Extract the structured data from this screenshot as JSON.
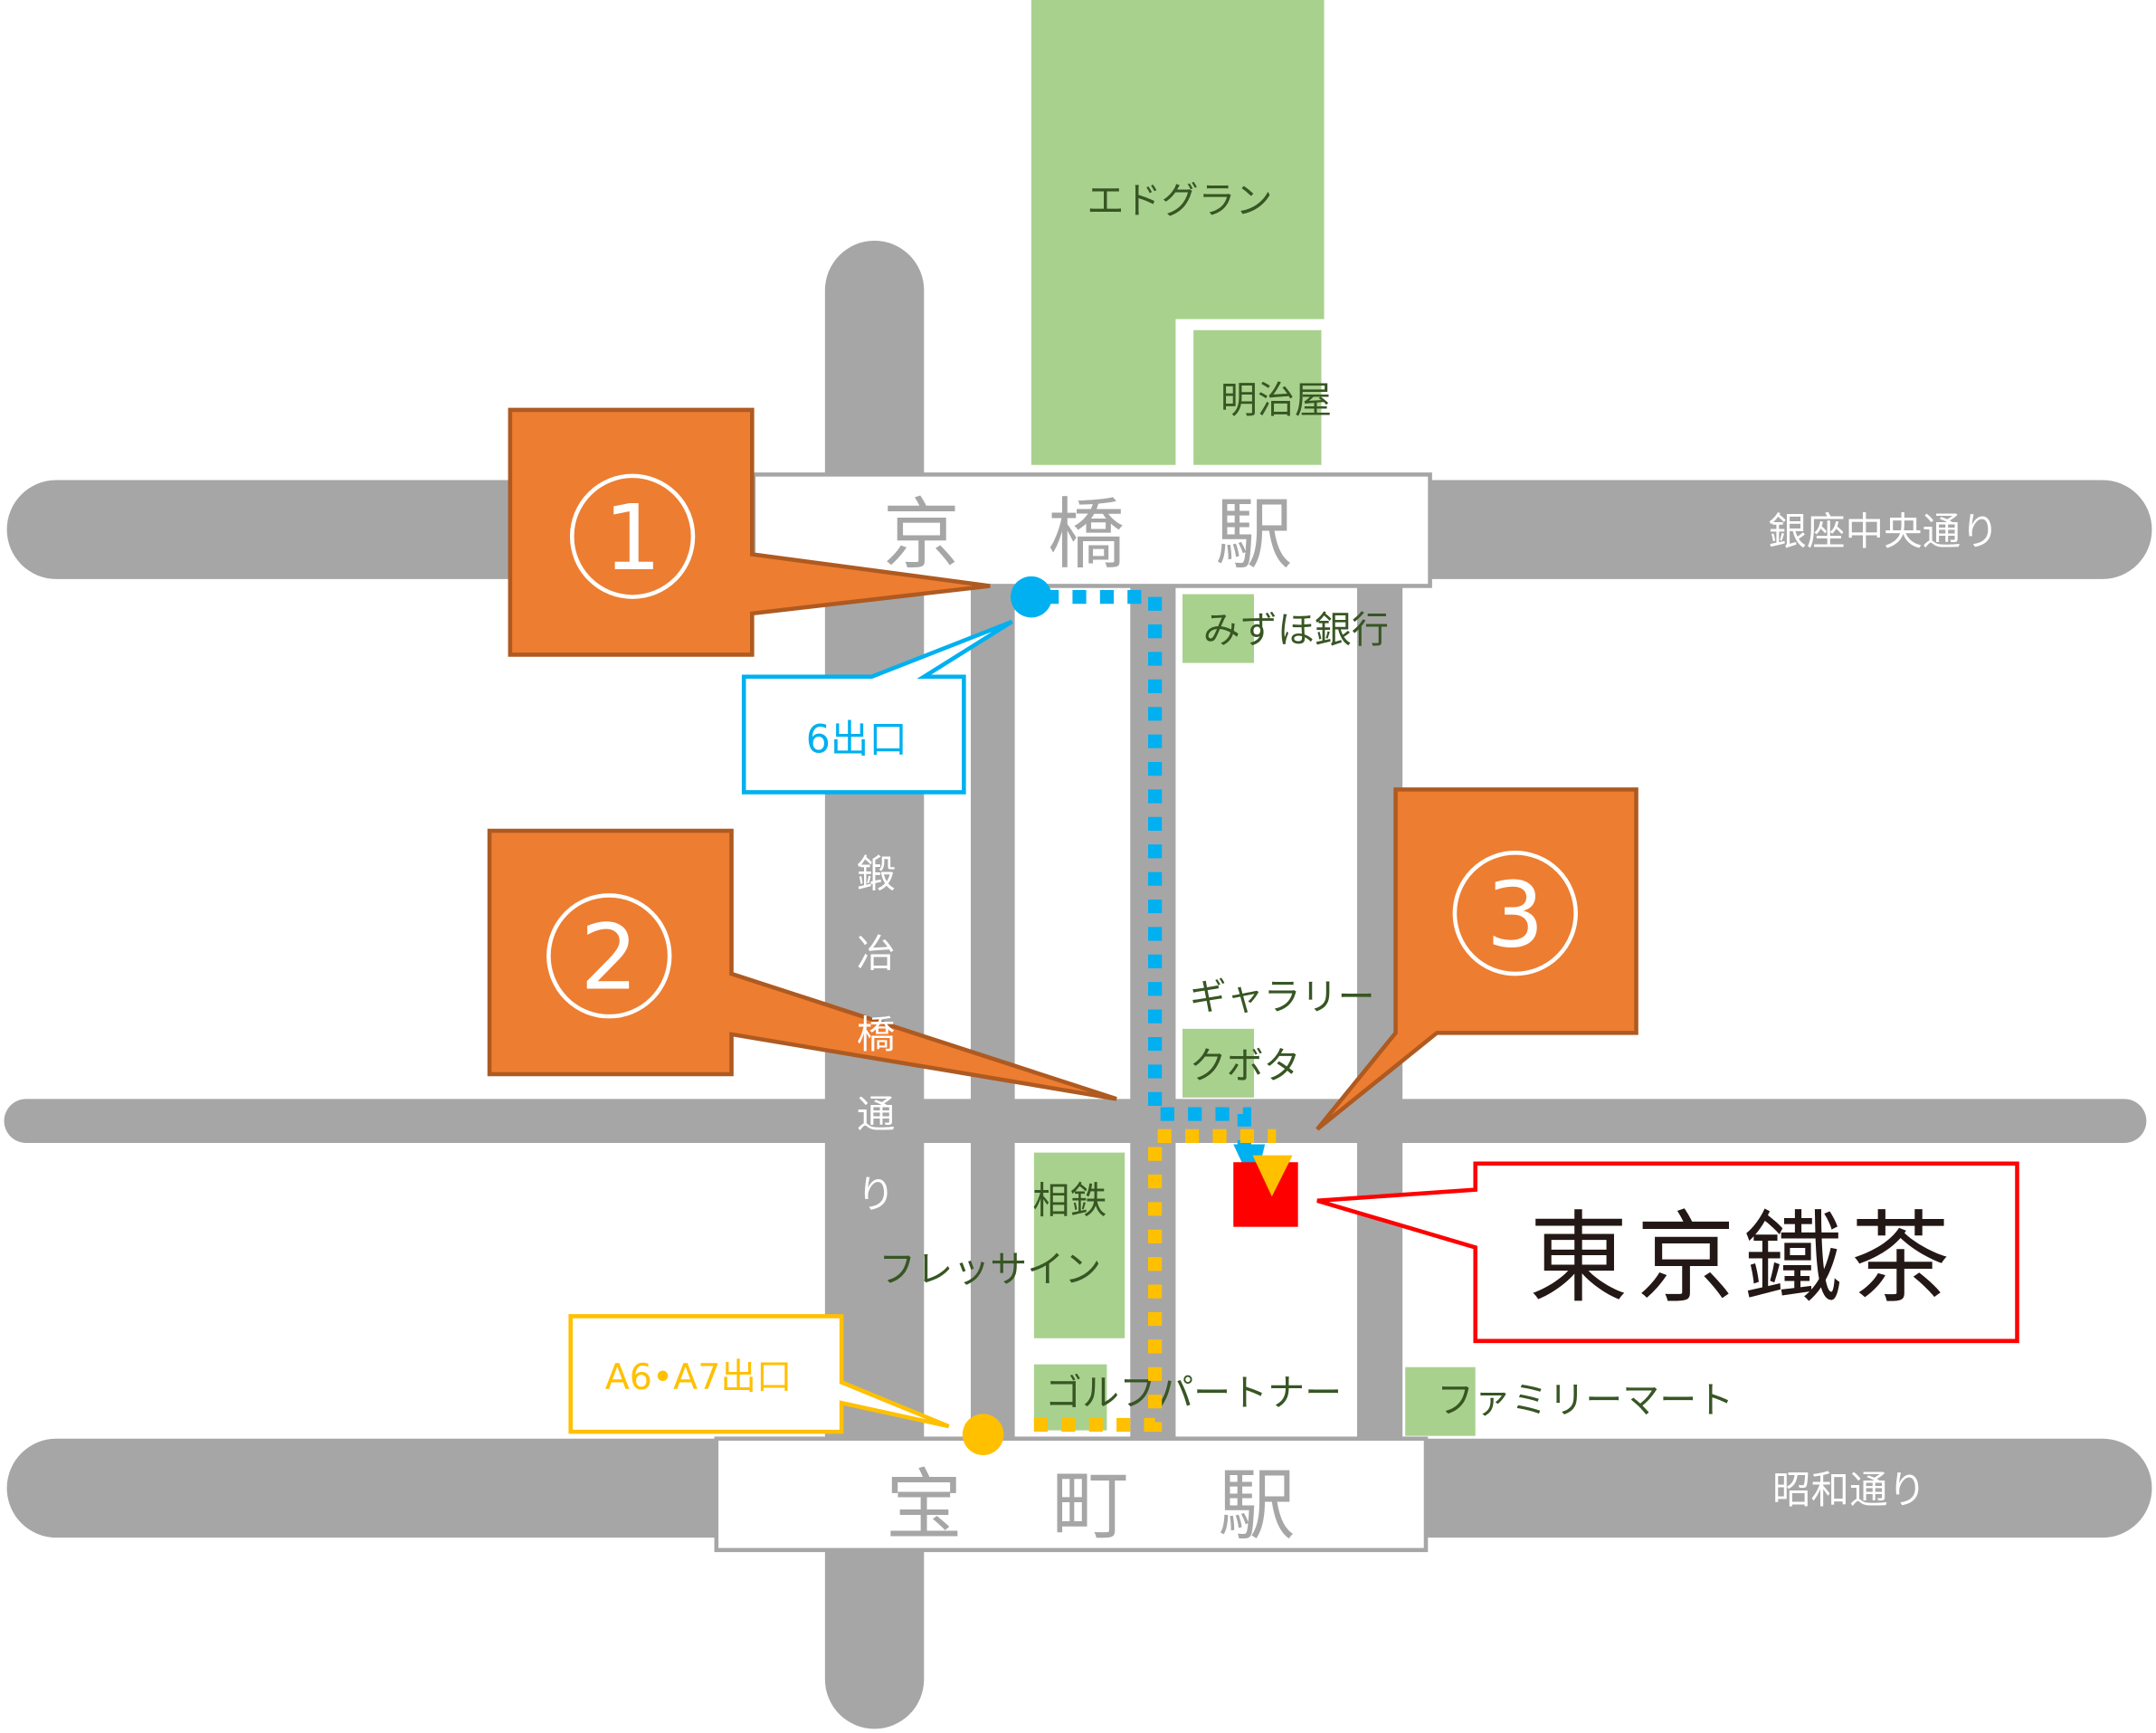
{
  "stations": {
    "kyobashi": [
      "京",
      "橋",
      "駅"
    ],
    "takaracho": [
      "宝",
      "町",
      "駅"
    ]
  },
  "streets": {
    "ginza_chuo": "銀座中央通り",
    "showa": "昭和通り",
    "kajibashi": [
      "鍛",
      "冶",
      "橋",
      "通",
      "り"
    ]
  },
  "landmarks": {
    "edogran": "エドグラン",
    "meijiya": "明治屋",
    "mizuho": "みずほ銀行",
    "gallery": "ギャラリー",
    "kubota": "クボタ",
    "sotetsu": "相鉄",
    "fresa": "フレッサイン",
    "golf": "ゴルフパートナー",
    "familymart": "ファミリーマート"
  },
  "exits": {
    "exit6": "6出口",
    "exitA6A7": "A6•A7出口"
  },
  "callouts": [
    "①",
    "②",
    "③"
  ],
  "store": {
    "logo": "東京鐵茶"
  },
  "colors": {
    "road": "#a6a6a6",
    "green": "#a9d18e",
    "orange": "#ed7d31",
    "blue": "#00b0f0",
    "yellow": "#ffc000",
    "red": "#ff0000"
  }
}
